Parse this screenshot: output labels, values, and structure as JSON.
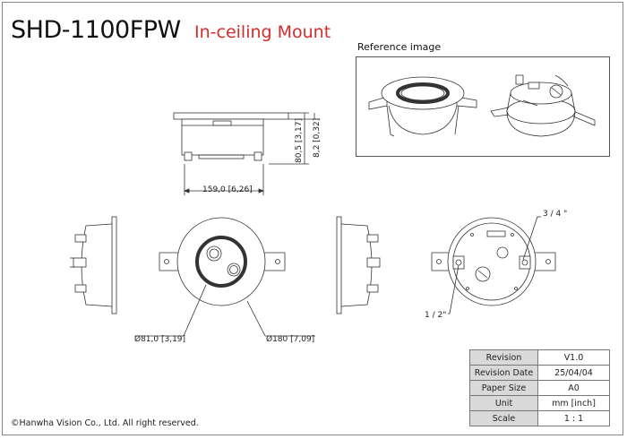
{
  "header": {
    "model": "SHD-1100FPW",
    "product": "In-ceiling Mount"
  },
  "reference": {
    "label": "Reference image"
  },
  "dimensions": {
    "width": "159,0 [6,26]",
    "height": "80,5 [3,17]",
    "flange": "8,2 [0,32]",
    "inner_diameter": "Ø81,0 [3,19]",
    "outer_diameter": "Ø180 [7,09]",
    "thread_large": "3 / 4 \"",
    "thread_small": "1 / 2\""
  },
  "revision_table": [
    {
      "key": "Revision",
      "value": "V1.0"
    },
    {
      "key": "Revision Date",
      "value": "25/04/04"
    },
    {
      "key": "Paper Size",
      "value": "A0"
    },
    {
      "key": "Unit",
      "value": "mm [inch]"
    },
    {
      "key": "Scale",
      "value": "1 : 1"
    }
  ],
  "footer": {
    "copyright": "©Hanwha Vision Co., Ltd. All right reserved."
  }
}
